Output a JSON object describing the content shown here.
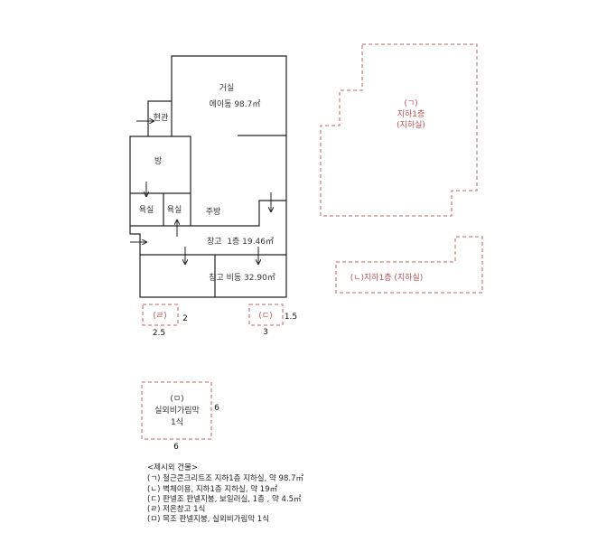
{
  "plan": {
    "living": "거실",
    "living_area": "에이동 98.7㎡",
    "entrance": "현관",
    "room": "방",
    "bath1": "욕실",
    "bath2": "욕실",
    "kitchen": "주방",
    "storage1": "창고  1층 19.46㎡",
    "storage2": "창고 비동 32.90㎡"
  },
  "annex": {
    "a": {
      "mark": "(ㄱ)",
      "line1": "지하1층",
      "line2": "(지하실)"
    },
    "b": {
      "label": "(ㄴ)지하1층 (지하실)"
    },
    "c": {
      "mark": "(ㄷ)",
      "dim_side": "1.5",
      "dim_bottom": "3"
    },
    "d": {
      "mark": "(ㄹ)",
      "dim_side": "2",
      "dim_bottom": "2.5"
    },
    "e": {
      "mark": "(ㅁ)",
      "line1": "실외비가림막",
      "line2": "1식",
      "dim_side": "6",
      "dim_bottom": "6"
    }
  },
  "legend": {
    "title": "<제시외 건물>",
    "items": [
      "(ㄱ) 철근콘크리트조 지하1층 지하실, 약 98.7㎡",
      "(ㄴ) 벽체이용, 지하1층 지하실, 약 19㎡",
      "(ㄷ) 판넬조 판넬지붕, 보일러실, 1층 , 약 4.5㎡",
      "(ㄹ) 저온창고 1식",
      "(ㅁ) 목조 판넬지붕, 실외비가림막 1식"
    ]
  },
  "colors": {
    "wall": "#222222",
    "annex_dashed": "#c98585",
    "annex_text": "#b85050"
  }
}
